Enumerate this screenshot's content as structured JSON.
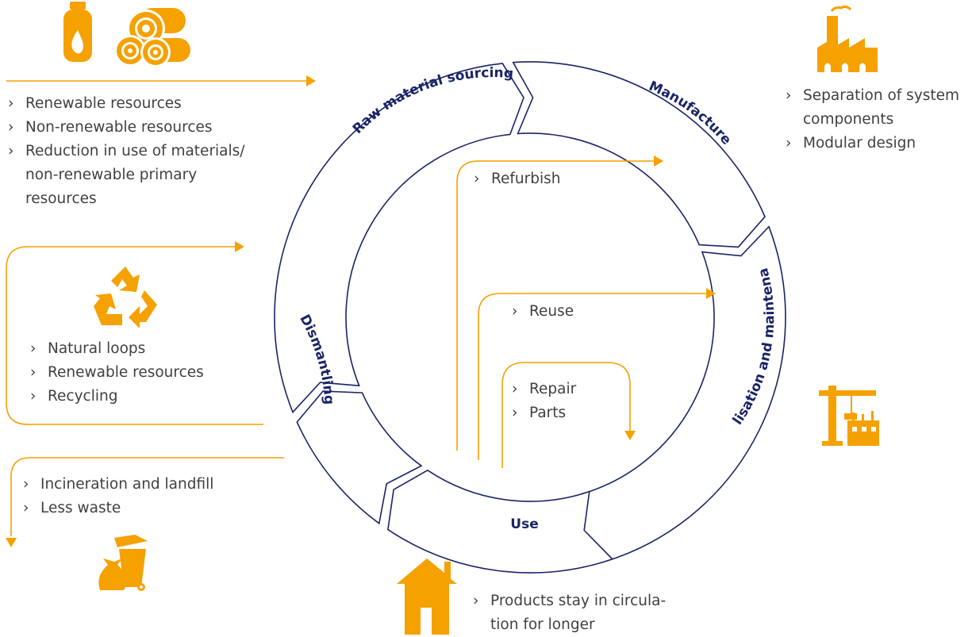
{
  "segments": {
    "raw": "Raw material sourcing",
    "manufacture": "Manufacture",
    "realisation": "Realisation and maintenance",
    "use": "Use",
    "dismantling": "Dismantling"
  },
  "loops": {
    "refurbish": "Refurbish",
    "reuse": "Reuse",
    "repair": "Repair",
    "parts": "Parts"
  },
  "sourcing_list": [
    "Renewable resources",
    "Non-renewable resources",
    "Reduction in use of materials/ non-renewable primary resources"
  ],
  "manufacture_list": [
    "Separation of system components",
    "Modular design"
  ],
  "recycling_list": [
    "Natural loops",
    "Renewable resources",
    "Recycling"
  ],
  "waste_list": [
    "Incineration and landfill",
    "Less waste"
  ],
  "use_list": [
    "Products stay in circula-tion for longer"
  ],
  "colors": {
    "accent": "#f5a100",
    "navy": "#1a2466",
    "text": "#404040"
  },
  "icons": [
    "gas-cylinder-icon",
    "timber-logs-icon",
    "factory-icon",
    "recycle-icon",
    "construction-crane-icon",
    "waste-bin-icon",
    "house-icon"
  ]
}
